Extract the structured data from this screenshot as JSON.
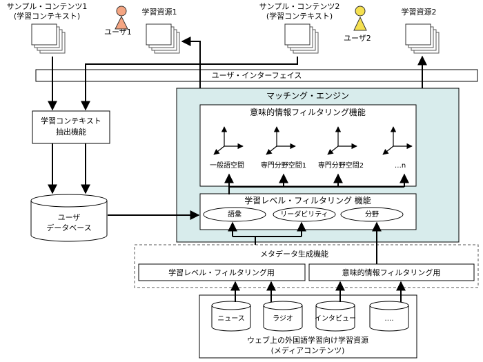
{
  "colors": {
    "engine_fill": "#d8ecec",
    "user1_icon": "#f4a582",
    "user2_icon": "#f5e050",
    "line": "#000000",
    "dashed_border": "#555555"
  },
  "top": {
    "sample1_line1": "サンプル・コンテンツ1",
    "sample1_line2": "(学習コンテキスト)",
    "user1": "ユーザ1",
    "resource1": "学習資源1",
    "sample2_line1": "サンプル・コンテンツ2",
    "sample2_line2": "(学習コンテキスト)",
    "user2": "ユーザ2",
    "resource2": "学習資源2"
  },
  "user_interface": "ユーザ・インターフェイス",
  "context_extract_line1": "学習コンテキスト",
  "context_extract_line2": "抽出機能",
  "user_db_line1": "ユーザ",
  "user_db_line2": "データベース",
  "matching_engine": {
    "title": "マッチング・エンジン",
    "semantic_filter": {
      "title": "意味的情報フィルタリング機能",
      "spaces": [
        "一般語空間",
        "専門分野空間1",
        "専門分野空間2",
        "…n"
      ]
    },
    "level_filter": {
      "title": "学習レベル・フィルタリング 機能",
      "items": [
        "語彙",
        "リーダビリティ",
        "分野"
      ]
    }
  },
  "metadata": {
    "title": "メタデータ生成機能",
    "level_use": "学習レベル・フィルタリング用",
    "semantic_use": "意味的情報フィルタリング用"
  },
  "web_resources": {
    "sources": [
      "ニュース",
      "ラジオ",
      "インタビュー",
      "…."
    ],
    "caption_line1": "ウェブ上の外国語学習向け学習資源",
    "caption_line2": "(メディアコンテンツ)"
  }
}
